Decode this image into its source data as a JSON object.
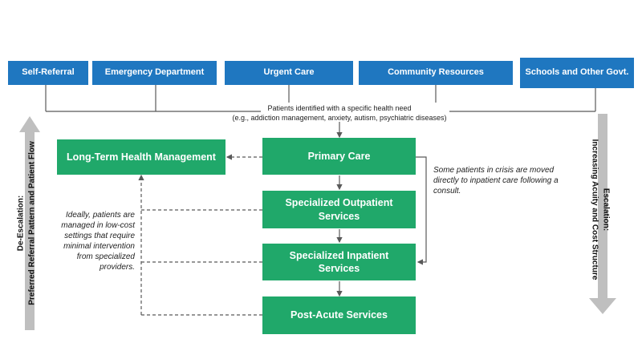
{
  "sources": [
    {
      "id": "self-referral",
      "label": "Self-Referral"
    },
    {
      "id": "emergency-department",
      "label": "Emergency Department"
    },
    {
      "id": "urgent-care",
      "label": "Urgent Care"
    },
    {
      "id": "community-resources",
      "label": "Community  Resources"
    },
    {
      "id": "schools-govt",
      "label": "Schools and Other Govt."
    }
  ],
  "intake_note": {
    "line1": "Patients identified with a specific health need",
    "line2": "(e.g., addiction management, anxiety, autism, psychiatric diseases)"
  },
  "care_levels": {
    "long_term": "Long-Term Health Management",
    "primary": "Primary Care",
    "outpatient": "Specialized Outpatient Services",
    "inpatient": "Specialized Inpatient Services",
    "post_acute": "Post-Acute Services"
  },
  "notes": {
    "crisis": "Some patients in crisis are moved directly to inpatient care following a consult.",
    "ideal": "Ideally, patients are managed in low-cost settings that require minimal intervention from specialized providers."
  },
  "side_labels": {
    "deescalation_line1": "De-Escalation:",
    "deescalation_line2": "Preferred Referral Pattern and Patient Flow",
    "escalation_line1": "Escalation:",
    "escalation_line2": "Increasing Acuity and Cost Structure"
  },
  "colors": {
    "source_blue": "#1f77c0",
    "care_green": "#20a86a",
    "arrow_gray": "#bfbfbf",
    "line_gray": "#595959"
  }
}
